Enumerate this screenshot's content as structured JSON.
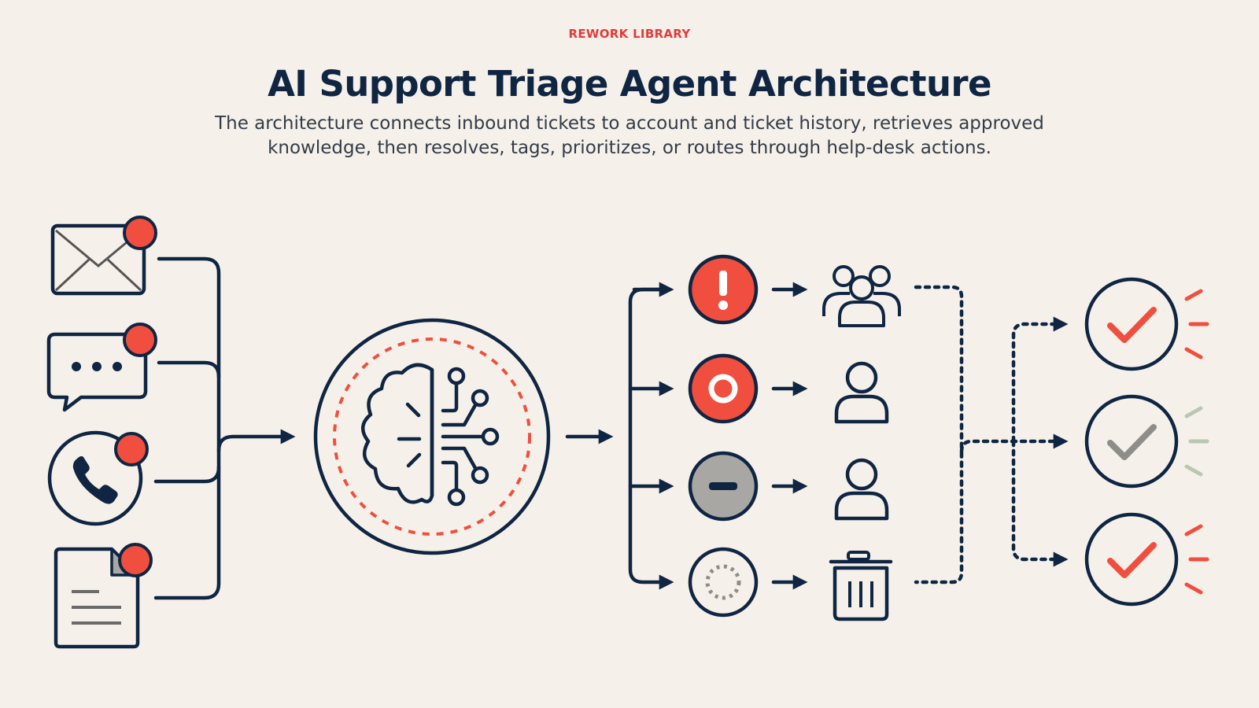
{
  "header": {
    "eyebrow": "REWORK LIBRARY",
    "title": "AI Support Triage Agent Architecture",
    "subtitle": "The architecture connects inbound tickets to account and ticket history, retrieves approved knowledge, then resolves, tags, prioritizes, or routes through help-desk actions."
  },
  "icons": {
    "inputs": [
      "email-icon",
      "chat-icon",
      "phone-icon",
      "document-icon"
    ],
    "engine": "ai-brain-icon",
    "priorities": [
      "urgent-priority-icon",
      "high-priority-icon",
      "normal-priority-icon",
      "low-priority-icon"
    ],
    "destinations": [
      "team-icon",
      "agent-icon",
      "agent-icon",
      "trash-icon"
    ],
    "outcomes": [
      "resolved-check-icon",
      "pending-check-icon",
      "resolved-check-icon"
    ]
  },
  "colors": {
    "background": "#f5f1ea",
    "ink": "#0f2542",
    "accent": "#f04e3e",
    "eyebrow": "#e23b3b",
    "muted_gray": "#a8a7a4",
    "muted_green": "#b9c7b3"
  }
}
